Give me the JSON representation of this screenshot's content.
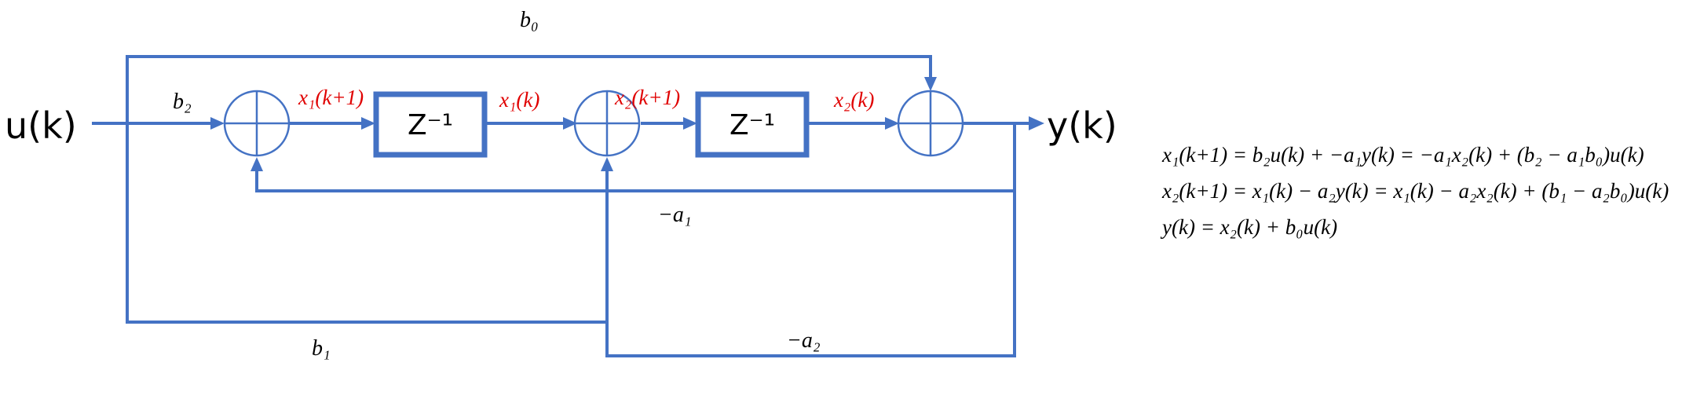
{
  "signals": {
    "input": "u(k)",
    "output": "y(k)"
  },
  "blocks": {
    "delay1": "Z⁻¹",
    "delay2": "Z⁻¹"
  },
  "gains": {
    "b0": "b₀",
    "b1": "b₁",
    "b2": "b₂",
    "neg_a1": "−a₁",
    "neg_a2": "−a₂"
  },
  "states": {
    "x1_next": "x₁(k+1)",
    "x1": "x₁(k)",
    "x2_next": "x₂(k+1)",
    "x2": "x₂(k)"
  },
  "equations": [
    "x₁(k+1) = b₂u(k) + −a₁y(k) = −a₁x₂(k) + (b₂ − a₁b₀)u(k)",
    "x₂(k+1) = x₁(k) − a₂y(k) = x₁(k) − a₂x₂(k) + (b₁ − a₂b₀)u(k)",
    "y(k) = x₂(k) + b₀u(k)"
  ],
  "colors": {
    "line": "#4472C4",
    "state_label": "#E00000"
  }
}
